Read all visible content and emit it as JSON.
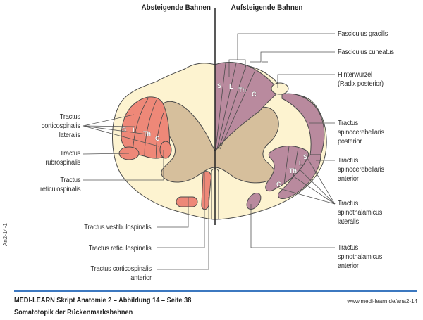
{
  "headers": {
    "left": "Absteigende Bahnen",
    "right": "Aufsteigende Bahnen"
  },
  "colors": {
    "white_matter": "#fdf3d0",
    "grey_matter": "#d6bf9c",
    "descending_tracts": "#ee8878",
    "ascending_tracts": "#b98a9e",
    "outline": "#4a4a4a",
    "footer_rule": "#3c78c0"
  },
  "segment_letters": {
    "sacral": "S",
    "lumbar": "L",
    "thoracic": "Th",
    "cervical": "C"
  },
  "labels_left": [
    {
      "id": "corticospinalis-lateralis",
      "text": "Tractus\ncorticospinalis\nlateralis"
    },
    {
      "id": "rubrospinalis",
      "text": "Tractus\nrubrospinalis"
    },
    {
      "id": "reticulospinalis-upper",
      "text": "Tractus\nreticulospinalis"
    },
    {
      "id": "vestibulospinalis",
      "text": "Tractus vestibulospinalis"
    },
    {
      "id": "reticulospinalis-lower",
      "text": "Tractus reticulospinalis"
    },
    {
      "id": "corticospinalis-anterior",
      "text": "Tractus corticospinalis\nanterior"
    }
  ],
  "labels_right": [
    {
      "id": "fasciculus-gracilis",
      "text": "Fasciculus gracilis"
    },
    {
      "id": "fasciculus-cuneatus",
      "text": "Fasciculus cuneatus"
    },
    {
      "id": "hinterwurzel",
      "text": "Hinterwurzel\n(Radix posterior)"
    },
    {
      "id": "spinocerebellaris-posterior",
      "text": "Tractus\nspinocerebellaris\nposterior"
    },
    {
      "id": "spinocerebellaris-anterior",
      "text": "Tractus\nspinocerebellaris\nanterior"
    },
    {
      "id": "spinothalamicus-lateralis",
      "text": "Tractus\nspinothalamicus\nlateralis"
    },
    {
      "id": "spinothalamicus-anterior",
      "text": "Tractus\nspinothalamicus\nanterior"
    }
  ],
  "side_code": "An2-14-1",
  "footer": {
    "title": "MEDI-LEARN Skript Anatomie 2 – Abbildung 14 – Seite 38",
    "subtitle": "Somatotopik der Rückenmarksbahnen",
    "url": "www.medi-learn.de/ana2-14"
  }
}
